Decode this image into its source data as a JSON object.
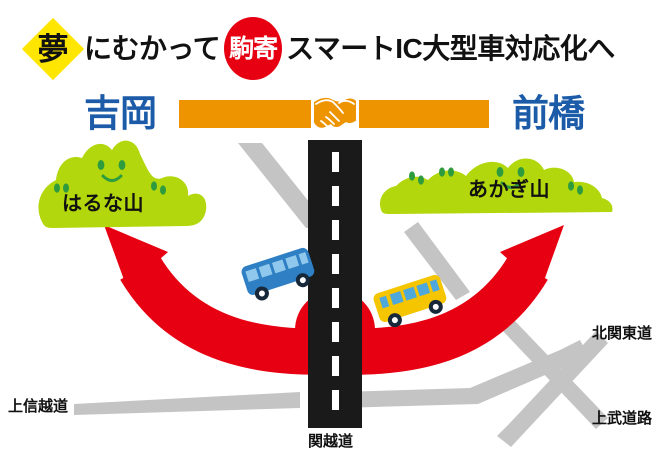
{
  "headline": {
    "badge_dream": "夢",
    "text_before": "にむかって",
    "badge_komayose": "駒寄",
    "text_after": "スマートIC大型車対応化へ"
  },
  "cities": {
    "left": "吉岡",
    "right": "前橋",
    "connector_icon": "handshake-icon"
  },
  "mountains": [
    {
      "name": "はるな山",
      "side": "left",
      "icon": "mountain-face-icon"
    },
    {
      "name": "あかぎ山",
      "side": "right",
      "icon": "mountain-face-icon"
    }
  ],
  "roads": [
    {
      "label": "上信越道",
      "position": "left"
    },
    {
      "label": "関越道",
      "position": "center-bottom"
    },
    {
      "label": "北関東道",
      "position": "right-top"
    },
    {
      "label": "上武道路",
      "position": "right-bottom"
    }
  ],
  "vehicles": [
    {
      "icon": "bus-icon",
      "color": "#2E7FC4",
      "side": "left"
    },
    {
      "icon": "bus-icon",
      "color": "#F5C500",
      "side": "right"
    }
  ],
  "colors": {
    "red_arrow": "#E60012",
    "yellow_diamond": "#FFE600",
    "orange_bar": "#EE9400",
    "blue_city_text": "#1B5BA8",
    "green_mountain": "#B2D70C",
    "gray_road": "#C2C2C2",
    "black_road": "#1A1A1A",
    "background": "#FFFFFF"
  }
}
